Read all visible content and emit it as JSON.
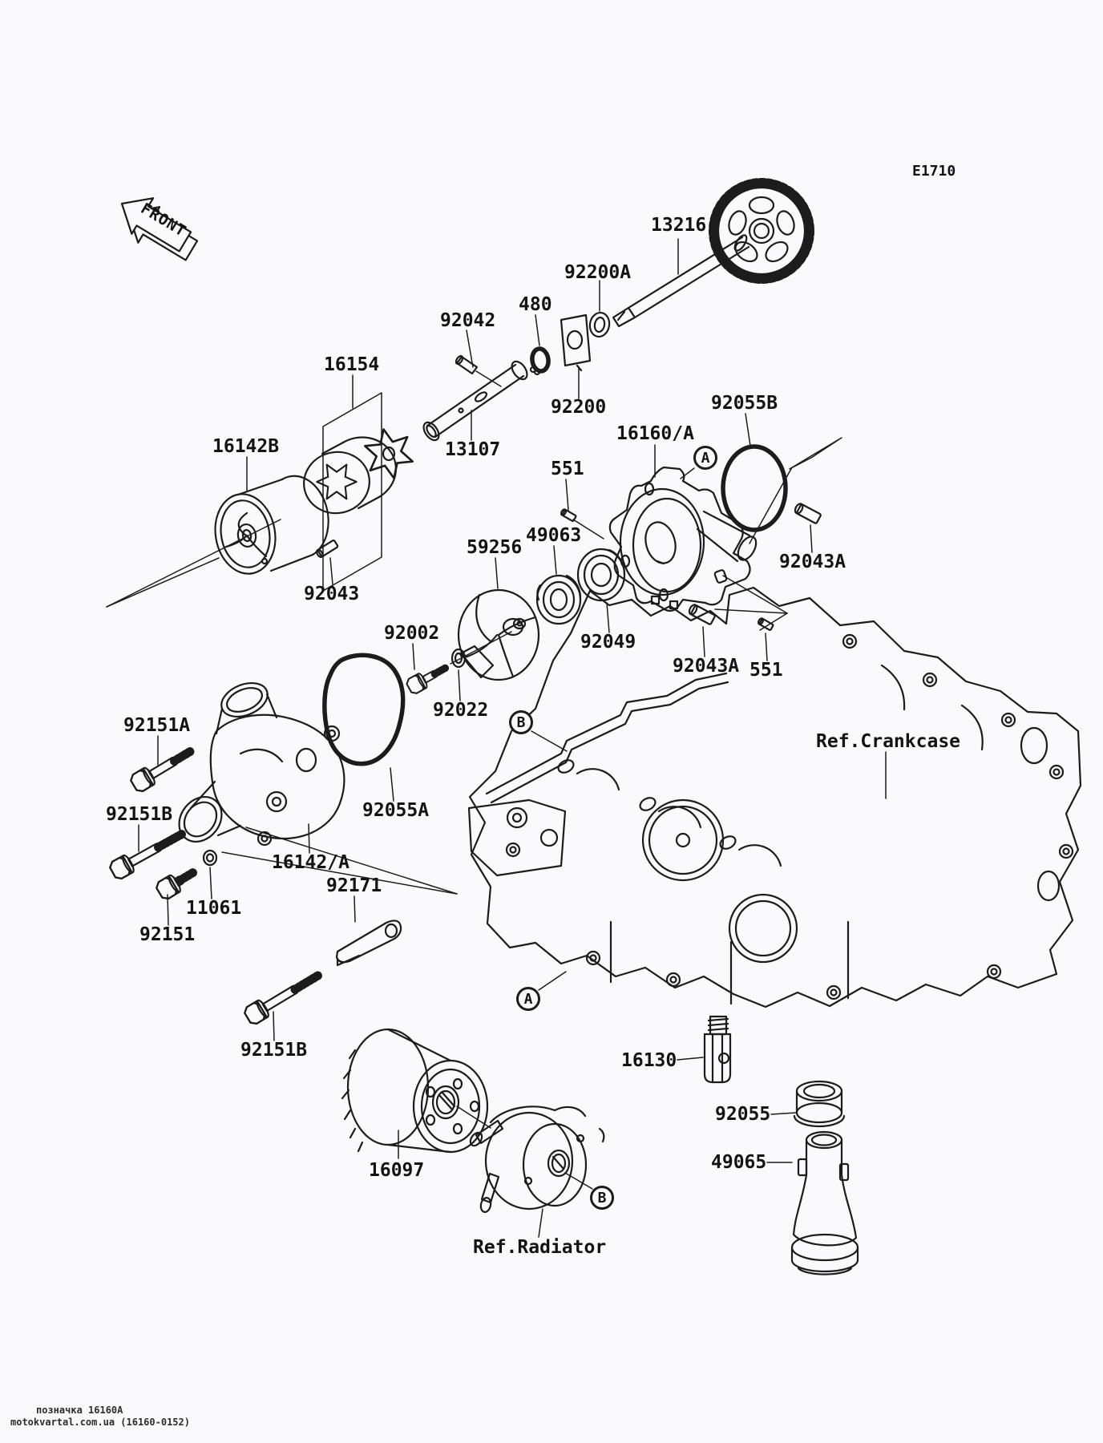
{
  "page": {
    "code": "E1710",
    "front_label": "FRONT",
    "bg_color": "#faf9fb",
    "line_color": "#1c1c1c"
  },
  "refs": {
    "crankcase": "Ref.Crankcase",
    "radiator": "Ref.Radiator"
  },
  "markers": {
    "a": "A",
    "b": "B"
  },
  "parts": {
    "p13216": "13216",
    "p92200a": "92200A",
    "p480": "480",
    "p92042": "92042",
    "p16154": "16154",
    "p92200": "92200",
    "p13107": "13107",
    "p16142b": "16142B",
    "p16160": "16160/A",
    "p92055b": "92055B",
    "p551a": "551",
    "p59256": "59256",
    "p49063": "49063",
    "p92043a1": "92043A",
    "p92043": "92043",
    "p92002": "92002",
    "p92049": "92049",
    "p92043a2": "92043A",
    "p551b": "551",
    "p92022": "92022",
    "p92151a": "92151A",
    "p92055a": "92055A",
    "p92151b1": "92151B",
    "p16142a": "16142/A",
    "p92171": "92171",
    "p11061": "11061",
    "p92151": "92151",
    "p92151b2": "92151B",
    "p16097": "16097",
    "p16130": "16130",
    "p92055": "92055",
    "p49065": "49065"
  },
  "watermark": {
    "line1": "позначка 16160A",
    "line2": "motokvartal.com.ua (16160-0152)"
  }
}
